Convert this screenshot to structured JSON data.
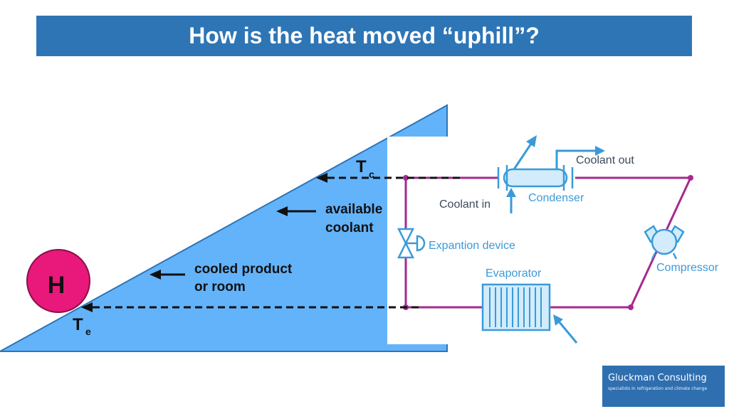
{
  "title": "How is the heat moved “uphill”?",
  "labels": {
    "heat_source": "H",
    "tc_main": "T",
    "tc_sub": "c",
    "te_main": "T",
    "te_sub": "e",
    "available_line1": "available",
    "available_line2": "coolant",
    "cooled_line1": "cooled product",
    "cooled_line2": "or room"
  },
  "cycle": {
    "coolant_out": "Coolant out",
    "coolant_in": "Coolant in",
    "condenser": "Condenser",
    "expansion_device": "Expantion device",
    "evaporator": "Evaporator",
    "compressor": "Compressor"
  },
  "logo": {
    "name": "Gluckman Consulting",
    "tagline": "specialists in refrigeration and climate change"
  },
  "colors": {
    "title_bar": "#2e75b6",
    "triangle": "#63b3fb",
    "heat_circle": "#e8197a",
    "pipe": "#a62a8f",
    "component": "#3a9ad9",
    "logo_bg": "#2f6fb0"
  }
}
